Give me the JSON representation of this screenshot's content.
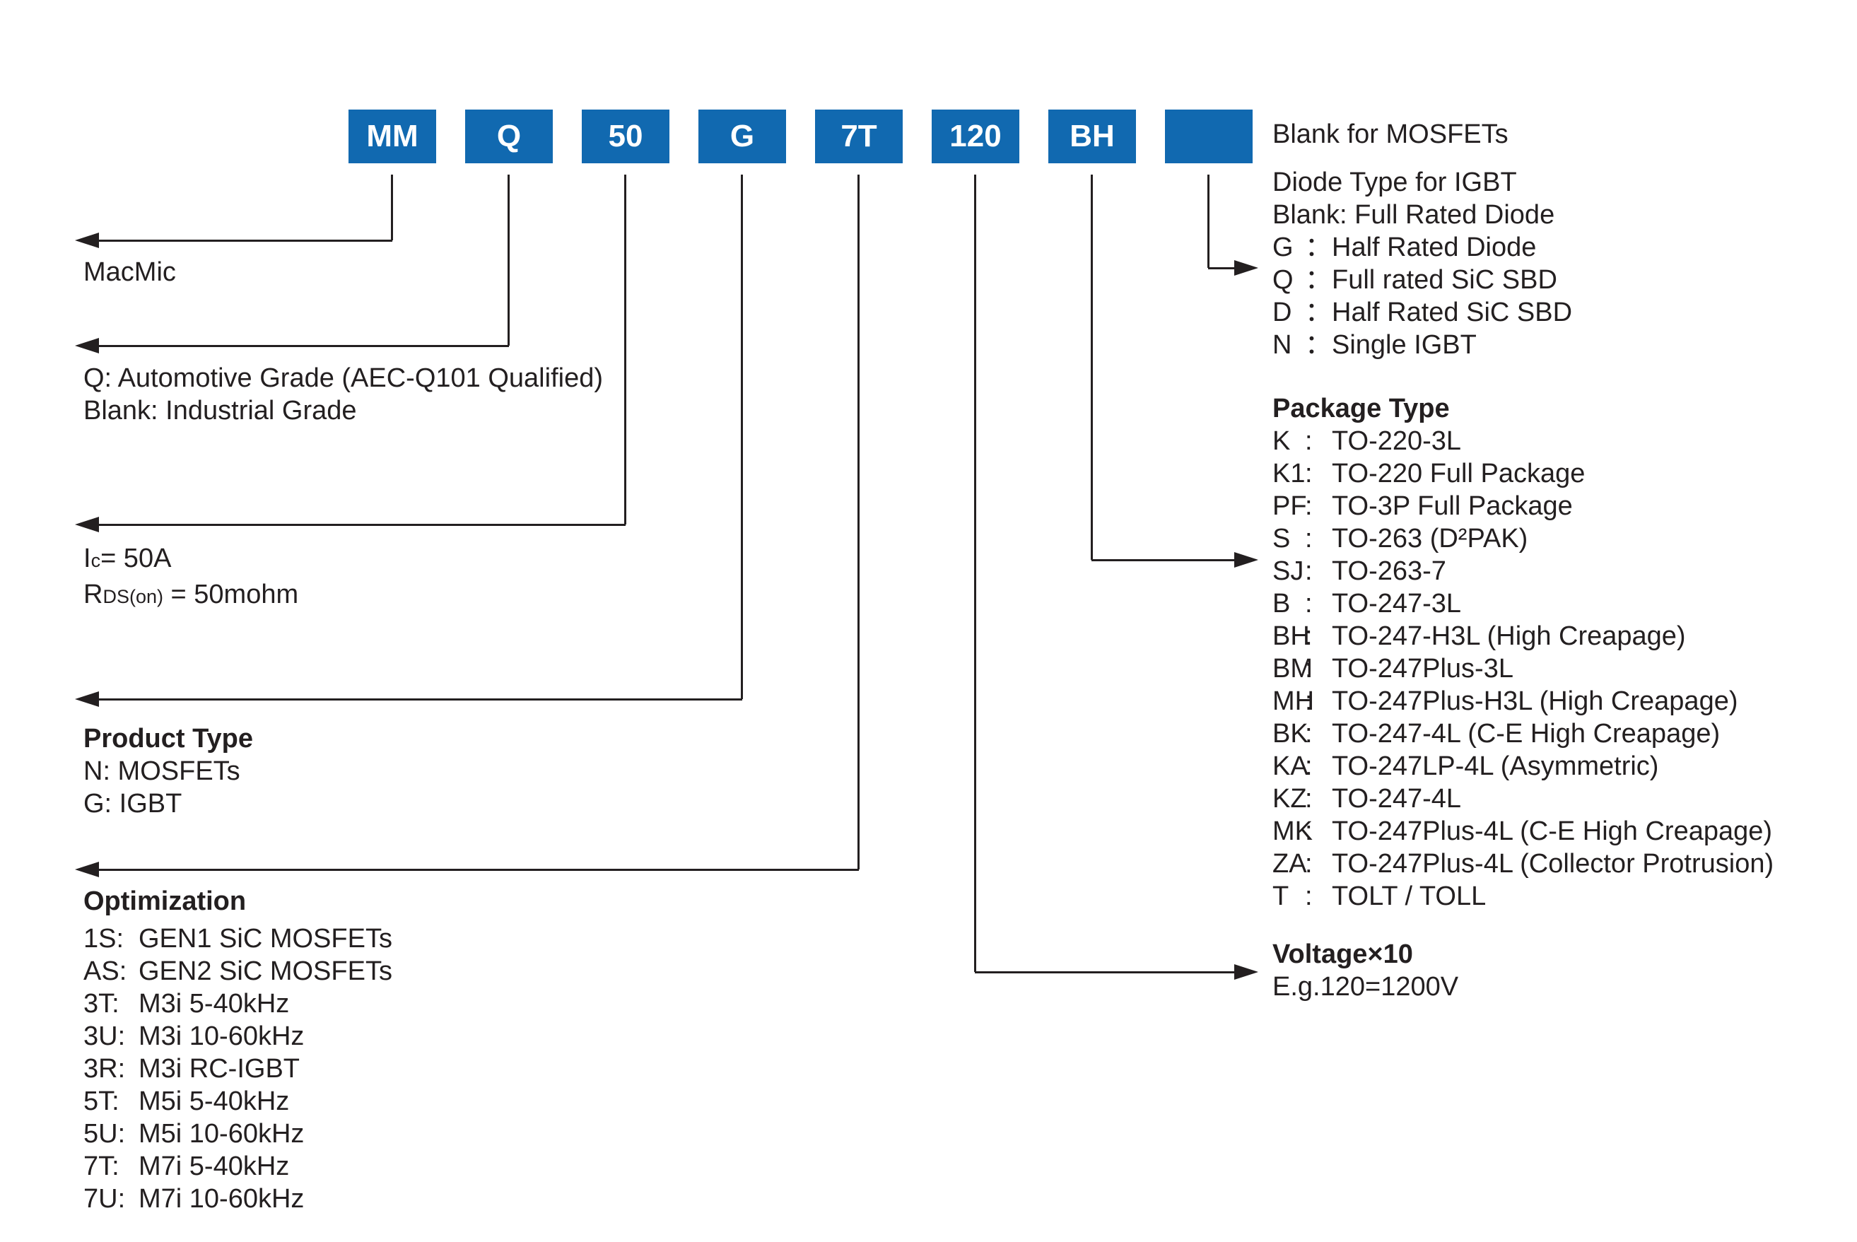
{
  "colors": {
    "box_blue": "#1169B0",
    "ink": "#231F20"
  },
  "part_number": {
    "segments": [
      {
        "label": "MM"
      },
      {
        "label": "Q"
      },
      {
        "label": "50"
      },
      {
        "label": "G"
      },
      {
        "label": "7T"
      },
      {
        "label": "120"
      },
      {
        "label": "BH"
      },
      {
        "label": ""
      }
    ]
  },
  "brand": {
    "name": "MacMic"
  },
  "grade": {
    "lines": [
      "Q: Automotive Grade (AEC-Q101 Qualified)",
      "Blank: Industrial Grade"
    ]
  },
  "ratings": {
    "ic": {
      "base": "I",
      "sub": "c",
      "rest": "= 50A"
    },
    "rds": {
      "base": "R",
      "sub": "DS(on)",
      "rest": " = 50mohm"
    }
  },
  "product_type": {
    "title": "Product Type",
    "lines": [
      "N: MOSFETs",
      "G: IGBT"
    ]
  },
  "optimization": {
    "title": "Optimization",
    "items": [
      {
        "code": "1S:",
        "desc": "GEN1 SiC MOSFETs"
      },
      {
        "code": "AS:",
        "desc": "GEN2 SiC MOSFETs"
      },
      {
        "code": "3T:",
        "desc": "M3i 5-40kHz"
      },
      {
        "code": "3U:",
        "desc": "M3i 10-60kHz"
      },
      {
        "code": "3R:",
        "desc": "M3i RC-IGBT"
      },
      {
        "code": "5T:",
        "desc": "M5i 5-40kHz"
      },
      {
        "code": "5U:",
        "desc": "M5i 10-60kHz"
      },
      {
        "code": "7T:",
        "desc": "M7i 5-40kHz"
      },
      {
        "code": "7U:",
        "desc": "M7i 10-60kHz"
      }
    ]
  },
  "right": {
    "blank_note": "Blank for MOSFETs",
    "diode": {
      "intro": [
        "Diode Type for IGBT",
        "Blank: Full Rated Diode"
      ],
      "colon": "：",
      "items": [
        {
          "code": "G",
          "desc": "Half Rated Diode"
        },
        {
          "code": "Q",
          "desc": "Full rated SiC SBD"
        },
        {
          "code": "D",
          "desc": "Half Rated SiC SBD"
        },
        {
          "code": "N",
          "desc": "Single IGBT"
        }
      ]
    },
    "package": {
      "title": "Package Type",
      "colon": ":",
      "items": [
        {
          "code": "K",
          "desc": "TO-220-3L"
        },
        {
          "code": "K1",
          "desc": "TO-220 Full Package"
        },
        {
          "code": "PF",
          "desc": "TO-3P Full Package"
        },
        {
          "code": "S",
          "desc": "TO-263 (D²PAK)"
        },
        {
          "code": "SJ",
          "desc": "TO-263-7"
        },
        {
          "code": "B",
          "desc": "TO-247-3L"
        },
        {
          "code": "BH",
          "desc": "TO-247-H3L (High Creapage)"
        },
        {
          "code": "BM",
          "desc": "TO-247Plus-3L"
        },
        {
          "code": "MH",
          "desc": "TO-247Plus-H3L (High Creapage)"
        },
        {
          "code": "BK",
          "desc": "TO-247-4L (C-E High Creapage)"
        },
        {
          "code": "KA",
          "desc": "TO-247LP-4L (Asymmetric)"
        },
        {
          "code": "KZ",
          "desc": "TO-247-4L"
        },
        {
          "code": "MK",
          "desc": "TO-247Plus-4L (C-E High Creapage)"
        },
        {
          "code": "ZA",
          "desc": "TO-247Plus-4L (Collector Protrusion)"
        },
        {
          "code": "T",
          "desc": "TOLT / TOLL"
        }
      ]
    },
    "voltage": {
      "title": "Voltage×10",
      "example": "E.g.120=1200V"
    }
  }
}
